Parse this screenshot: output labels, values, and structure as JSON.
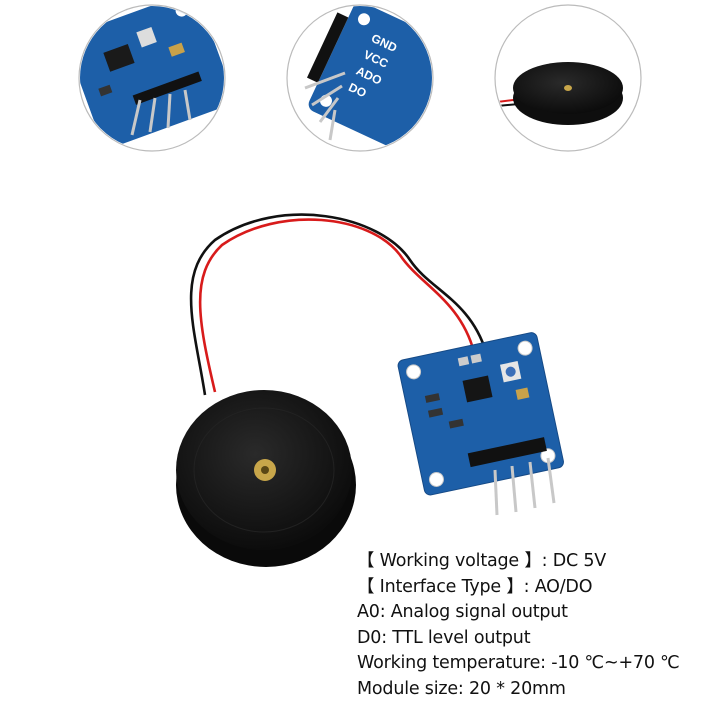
{
  "specs": [
    "【 Working voltage 】: DC 5V",
    "【 Interface Type 】: AO/DO",
    "A0: Analog signal output",
    "D0: TTL level output",
    "Working temperature: -10 ℃~+70 ℃",
    "Module size: 20 * 20mm"
  ],
  "board_pin_labels": [
    "GND",
    "VCC",
    "ADO",
    "DO"
  ],
  "colors": {
    "pcb": "#1d5fa8",
    "piezo": "#161616",
    "wire_red": "#d81b1b",
    "wire_black": "#111111",
    "brass": "#c8a64a"
  }
}
